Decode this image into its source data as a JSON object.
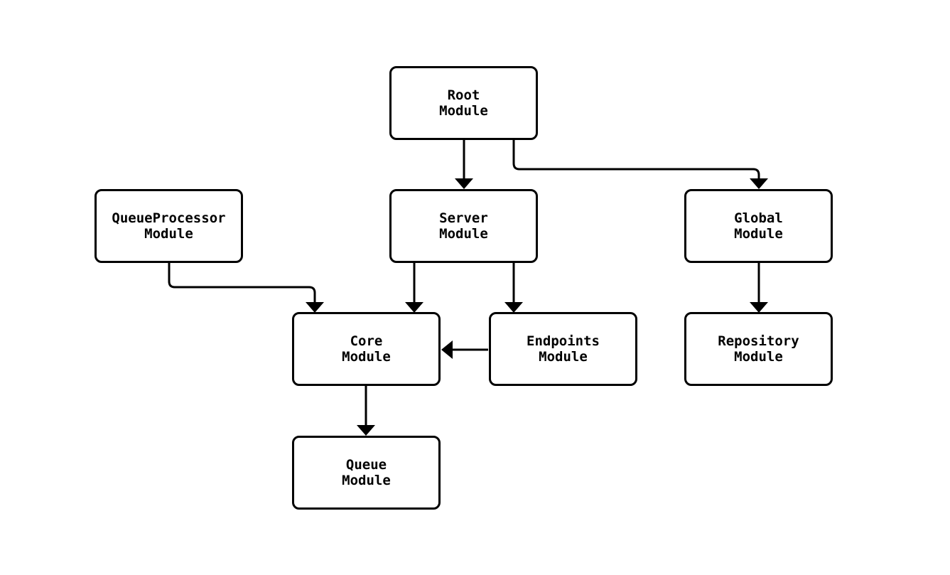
{
  "diagram": {
    "colors": {
      "background": "#ffffff",
      "node_fill": "#ffffff",
      "stroke": "#000000",
      "text": "#000000"
    },
    "nodes": [
      {
        "id": "root",
        "label": "Root\nModule"
      },
      {
        "id": "queueprocessor",
        "label": "QueueProcessor\nModule"
      },
      {
        "id": "server",
        "label": "Server\nModule"
      },
      {
        "id": "global",
        "label": "Global\nModule"
      },
      {
        "id": "core",
        "label": "Core\nModule"
      },
      {
        "id": "endpoints",
        "label": "Endpoints\nModule"
      },
      {
        "id": "repository",
        "label": "Repository\nModule"
      },
      {
        "id": "queue",
        "label": "Queue\nModule"
      }
    ],
    "edges": [
      {
        "from": "Root Module",
        "to": "Server Module"
      },
      {
        "from": "Root Module",
        "to": "Global Module"
      },
      {
        "from": "QueueProcessor Module",
        "to": "Core Module"
      },
      {
        "from": "Server Module",
        "to": "Core Module"
      },
      {
        "from": "Server Module",
        "to": "Endpoints Module"
      },
      {
        "from": "Endpoints Module",
        "to": "Core Module"
      },
      {
        "from": "Global Module",
        "to": "Repository Module"
      },
      {
        "from": "Core Module",
        "to": "Queue Module"
      }
    ]
  }
}
